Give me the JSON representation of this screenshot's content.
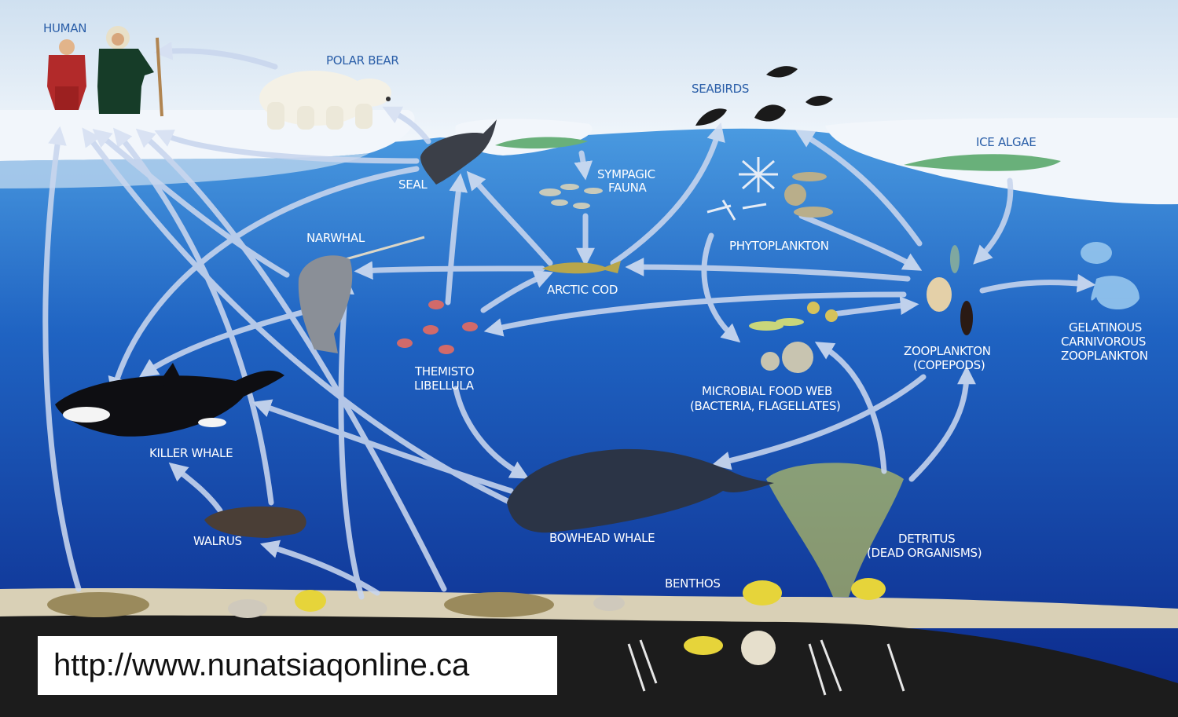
{
  "labels": {
    "human": "HUMAN",
    "polar_bear": "POLAR BEAR",
    "seabirds": "SEABIRDS",
    "ice_algae": "ICE ALGAE",
    "seal": "SEAL",
    "sympagic_fauna_1": "SYMPAGIC",
    "sympagic_fauna_2": "FAUNA",
    "narwhal": "NARWHAL",
    "phytoplankton": "PHYTOPLANKTON",
    "arctic_cod": "ARCTIC COD",
    "themisto_1": "THEMISTO",
    "themisto_2": "LIBELLULA",
    "zooplankton_1": "ZOOPLANKTON",
    "zooplankton_2": "(COPEPODS)",
    "gelatinous_1": "GELATINOUS",
    "gelatinous_2": "CARNIVOROUS",
    "gelatinous_3": "ZOOPLANKTON",
    "microbial_1": "MICROBIAL FOOD WEB",
    "microbial_2": "(BACTERIA, FLAGELLATES)",
    "killer_whale": "KILLER WHALE",
    "walrus": "WALRUS",
    "bowhead_whale": "BOWHEAD WHALE",
    "detritus_1": "DETRITUS",
    "detritus_2": "(DEAD ORGANISMS)",
    "benthos": "BENTHOS"
  },
  "source_url": "http://www.nunatsiaqonline.ca",
  "colors": {
    "sky_top": "#d2e2f1",
    "ocean_top": "#3e8fd4",
    "ocean_bottom": "#0d2a8c",
    "arrow": "#c9d6ee",
    "sediment": "#1c1c1c",
    "sand": "#d9d0b6"
  }
}
